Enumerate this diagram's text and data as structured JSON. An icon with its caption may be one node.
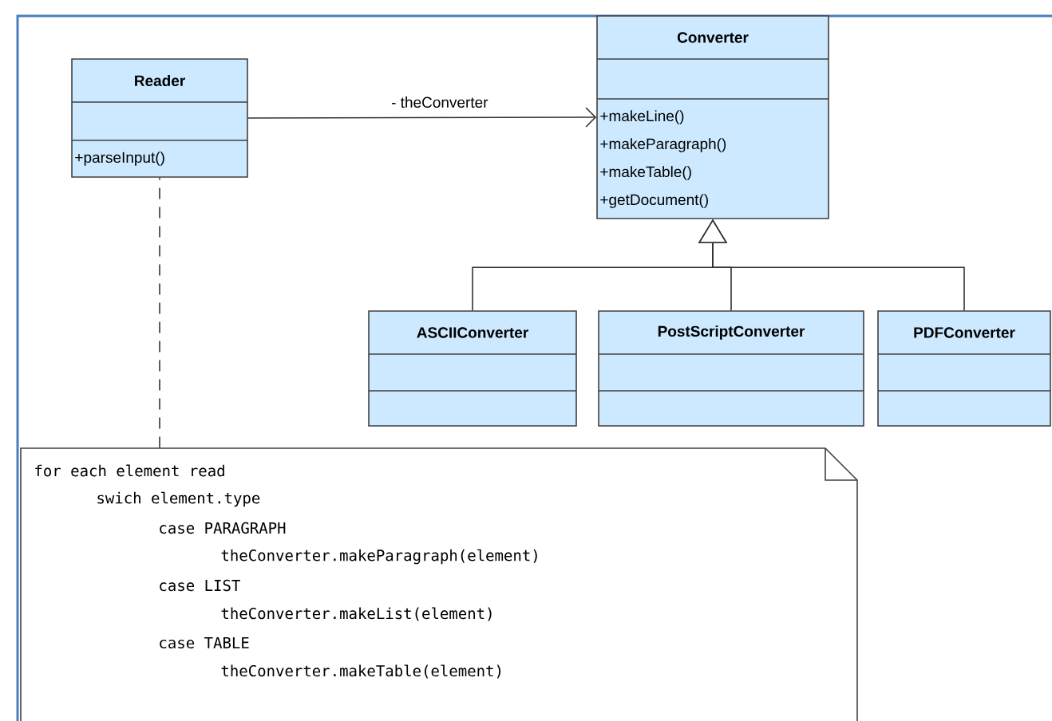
{
  "diagram": {
    "nodes": [
      {
        "text": [
          "Reader",
          "+parseInput()"
        ]
      },
      {
        "text": [
          "Converter",
          "+makeLine()",
          "+makeParagraph()",
          "+makeTable()",
          "+getDocument()"
        ]
      },
      {
        "text": [
          "ASCIIConverter"
        ]
      },
      {
        "text": [
          "PostScriptConverter"
        ]
      },
      {
        "text": [
          "PDFConverter"
        ]
      },
      {
        "text": [
          "for each element read",
          "swich element.type",
          "case PARAGRAPH",
          "theConverter.makeParagraph(element)",
          "case LIST",
          "theConverter.makeList(element)",
          "case TABLE",
          "theConverter.makeTable(element)"
        ]
      }
    ],
    "edges": [
      {
        "from": 0,
        "to": 1,
        "arrow": "to",
        "label": "- theConverter"
      },
      {
        "from": 2,
        "to": 1,
        "arrow": "to"
      },
      {
        "from": 3,
        "to": 1,
        "arrow": "to"
      },
      {
        "from": 4,
        "to": 1,
        "arrow": "to"
      },
      {
        "from": 5,
        "to": 0,
        "arrow": "none",
        "style": "dashed"
      }
    ]
  }
}
